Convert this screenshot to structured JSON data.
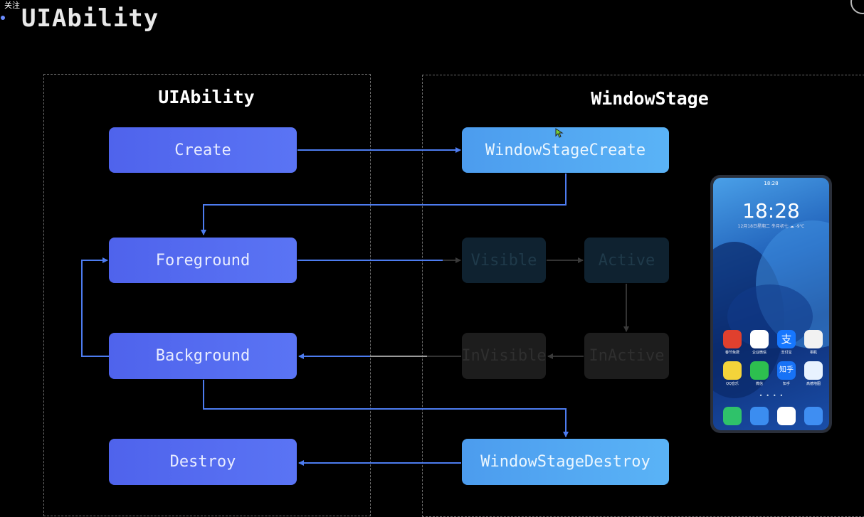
{
  "header": {
    "top_label": "关注",
    "title": "UIAbility"
  },
  "panels": {
    "uiability_title": "UIAbility",
    "windowstage_title": "WindowStage"
  },
  "uiability_states": {
    "create": "Create",
    "foreground": "Foreground",
    "background": "Background",
    "destroy": "Destroy"
  },
  "windowstage_states": {
    "create": "WindowStageCreate",
    "visible": "Visible",
    "active": "Active",
    "invisible": "InVisible",
    "inactive": "InActive",
    "destroy": "WindowStageDestroy"
  },
  "phone": {
    "status_time": "18:28",
    "clock": "18:28",
    "date": "12月18日星期二  冬月初七  ☁ -9℃",
    "apps_row1": [
      "春节免费",
      "企业微信",
      "支付宝",
      "相机"
    ],
    "apps_row2": [
      "QQ音乐",
      "微信",
      "知乎",
      "高德地图"
    ],
    "zhihu_glyph": "知乎",
    "alipay_glyph": "支"
  },
  "colors": {
    "ui_box": "#5468f0",
    "ws_box": "#52a8f2",
    "arrow": "#4d7cf0",
    "faded_box": "#1d1d1d"
  }
}
